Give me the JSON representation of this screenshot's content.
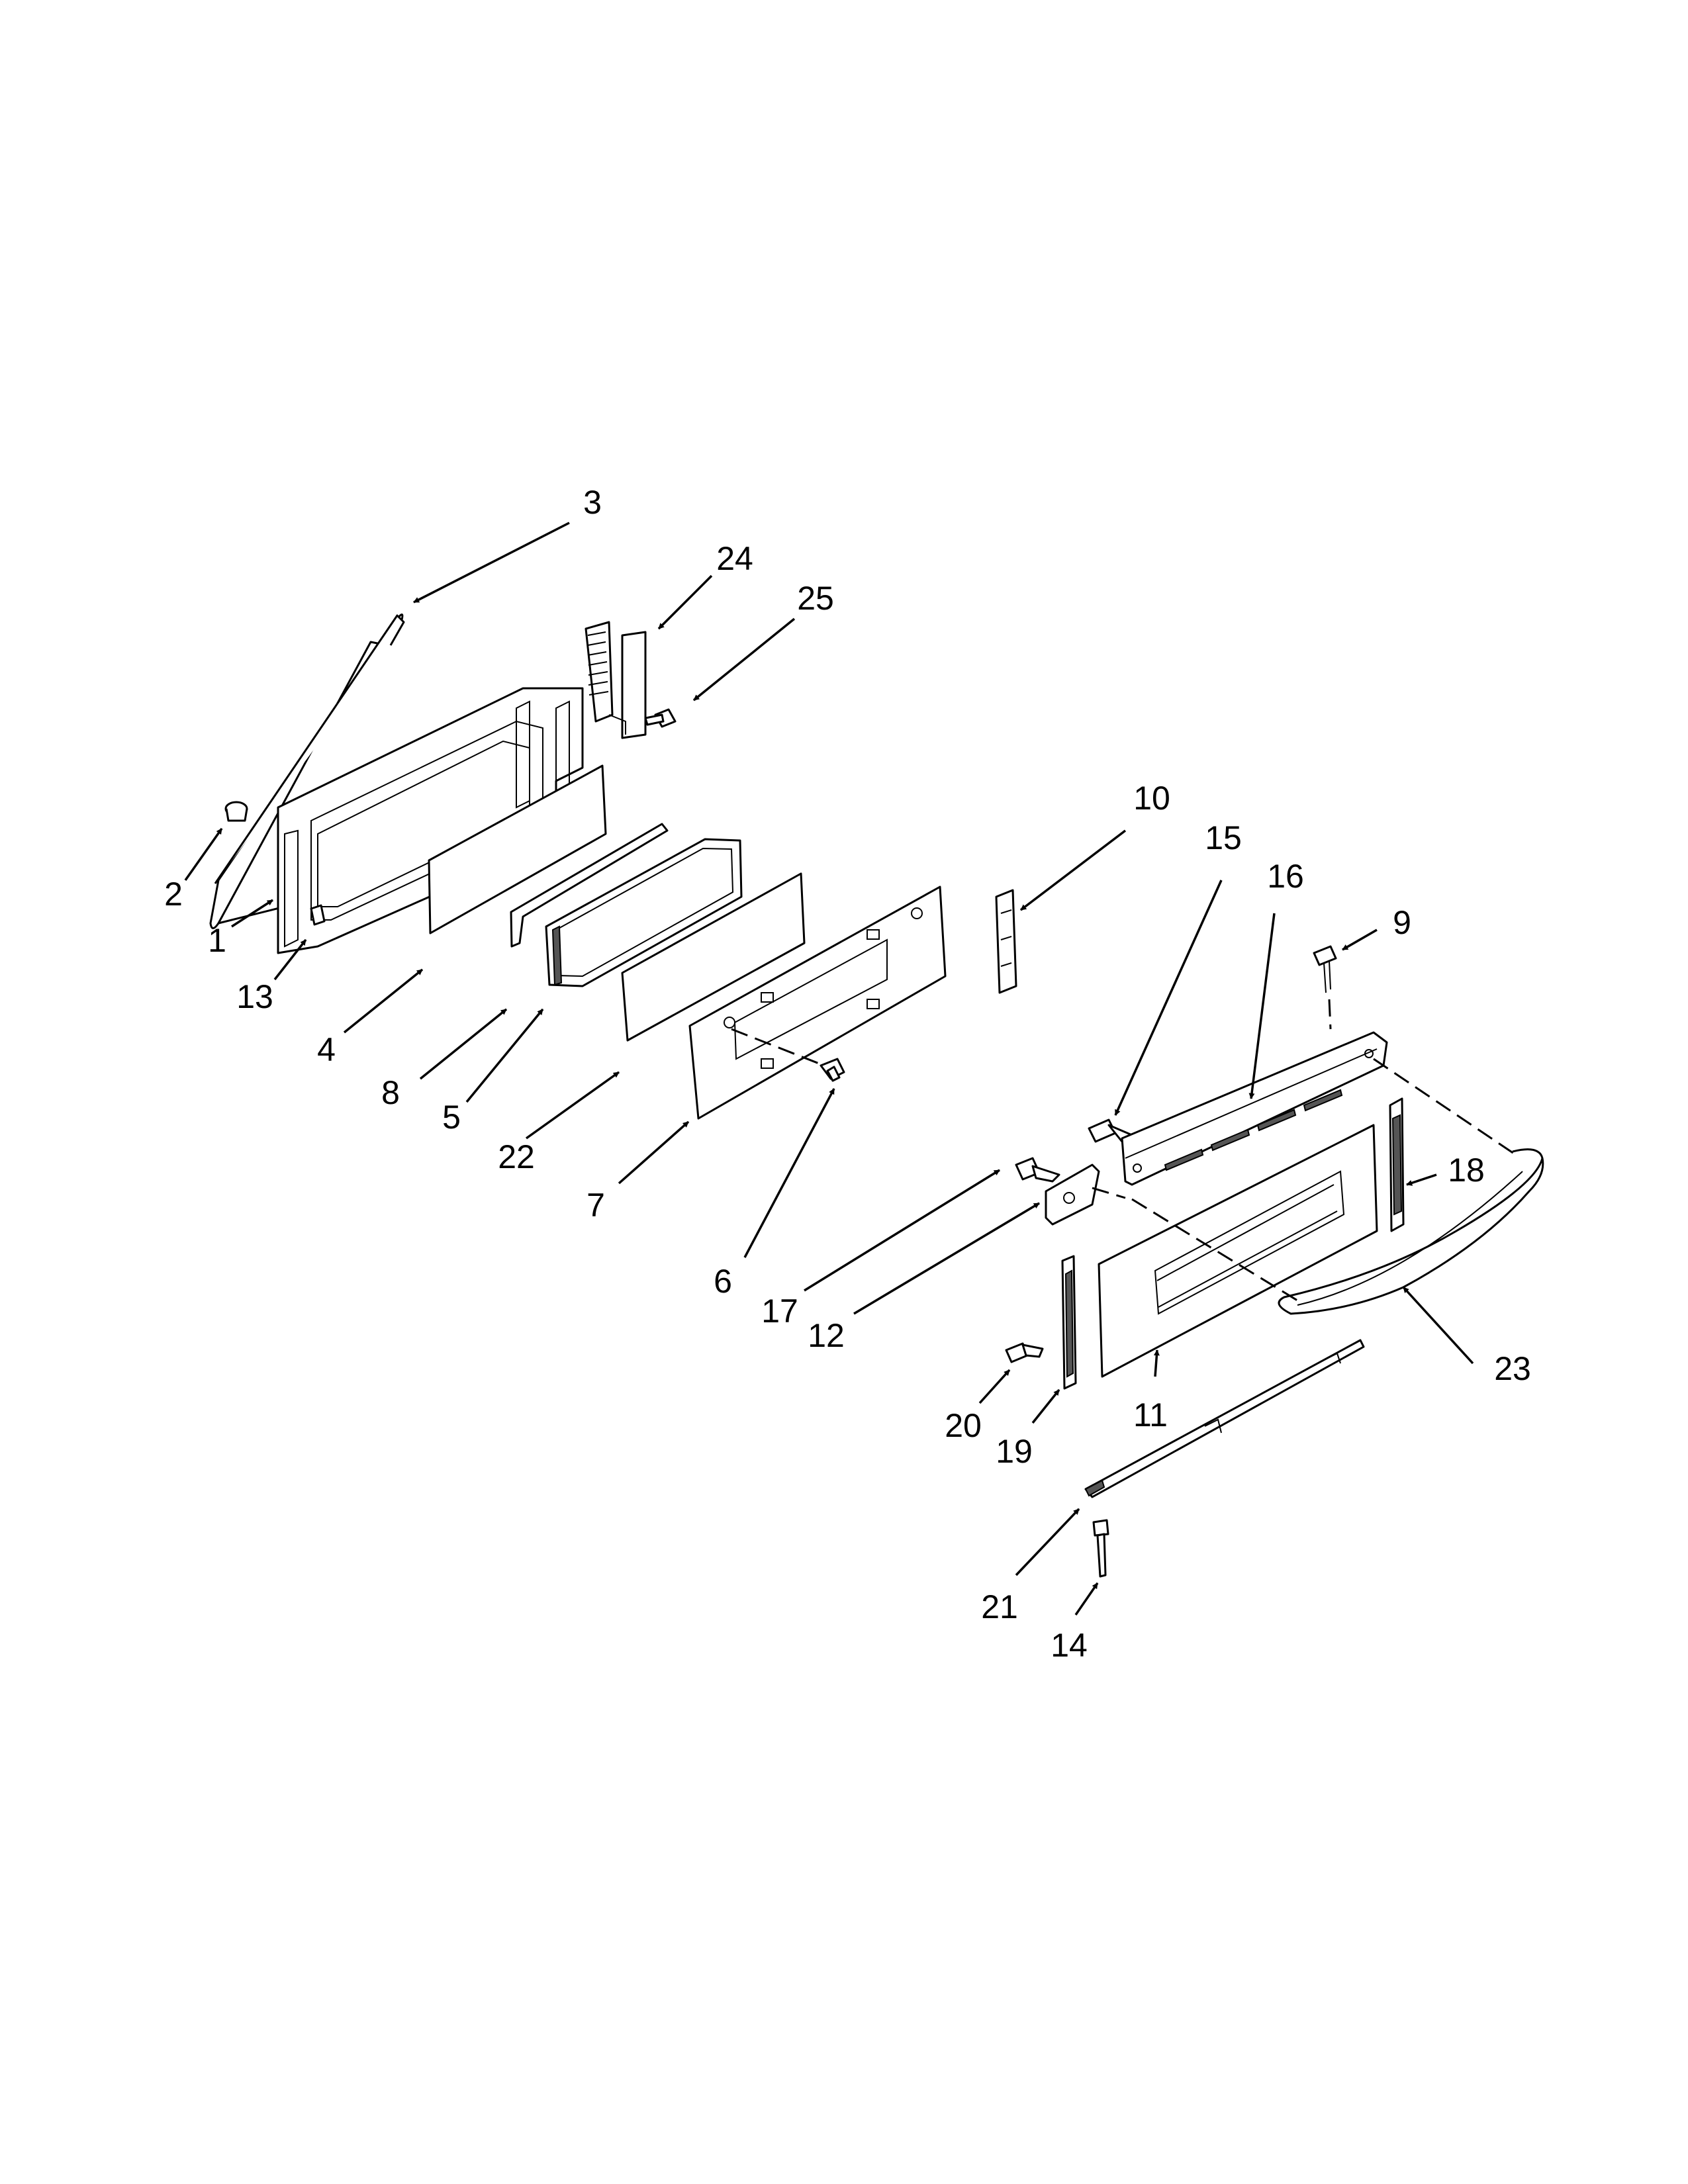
{
  "diagram": {
    "type": "exploded-parts-view",
    "callouts": [
      {
        "id": "c1",
        "text": "1"
      },
      {
        "id": "c2",
        "text": "2"
      },
      {
        "id": "c3",
        "text": "3"
      },
      {
        "id": "c4",
        "text": "4"
      },
      {
        "id": "c5",
        "text": "5"
      },
      {
        "id": "c6",
        "text": "6"
      },
      {
        "id": "c7",
        "text": "7"
      },
      {
        "id": "c8",
        "text": "8"
      },
      {
        "id": "c9",
        "text": "9"
      },
      {
        "id": "c10",
        "text": "10"
      },
      {
        "id": "c11",
        "text": "11"
      },
      {
        "id": "c12",
        "text": "12"
      },
      {
        "id": "c13",
        "text": "13"
      },
      {
        "id": "c14",
        "text": "14"
      },
      {
        "id": "c15",
        "text": "15"
      },
      {
        "id": "c16",
        "text": "16"
      },
      {
        "id": "c17",
        "text": "17"
      },
      {
        "id": "c18",
        "text": "18"
      },
      {
        "id": "c19",
        "text": "19"
      },
      {
        "id": "c20",
        "text": "20"
      },
      {
        "id": "c21",
        "text": "21"
      },
      {
        "id": "c22",
        "text": "22"
      },
      {
        "id": "c23",
        "text": "23"
      },
      {
        "id": "c24",
        "text": "24"
      },
      {
        "id": "c25",
        "text": "25"
      }
    ]
  }
}
